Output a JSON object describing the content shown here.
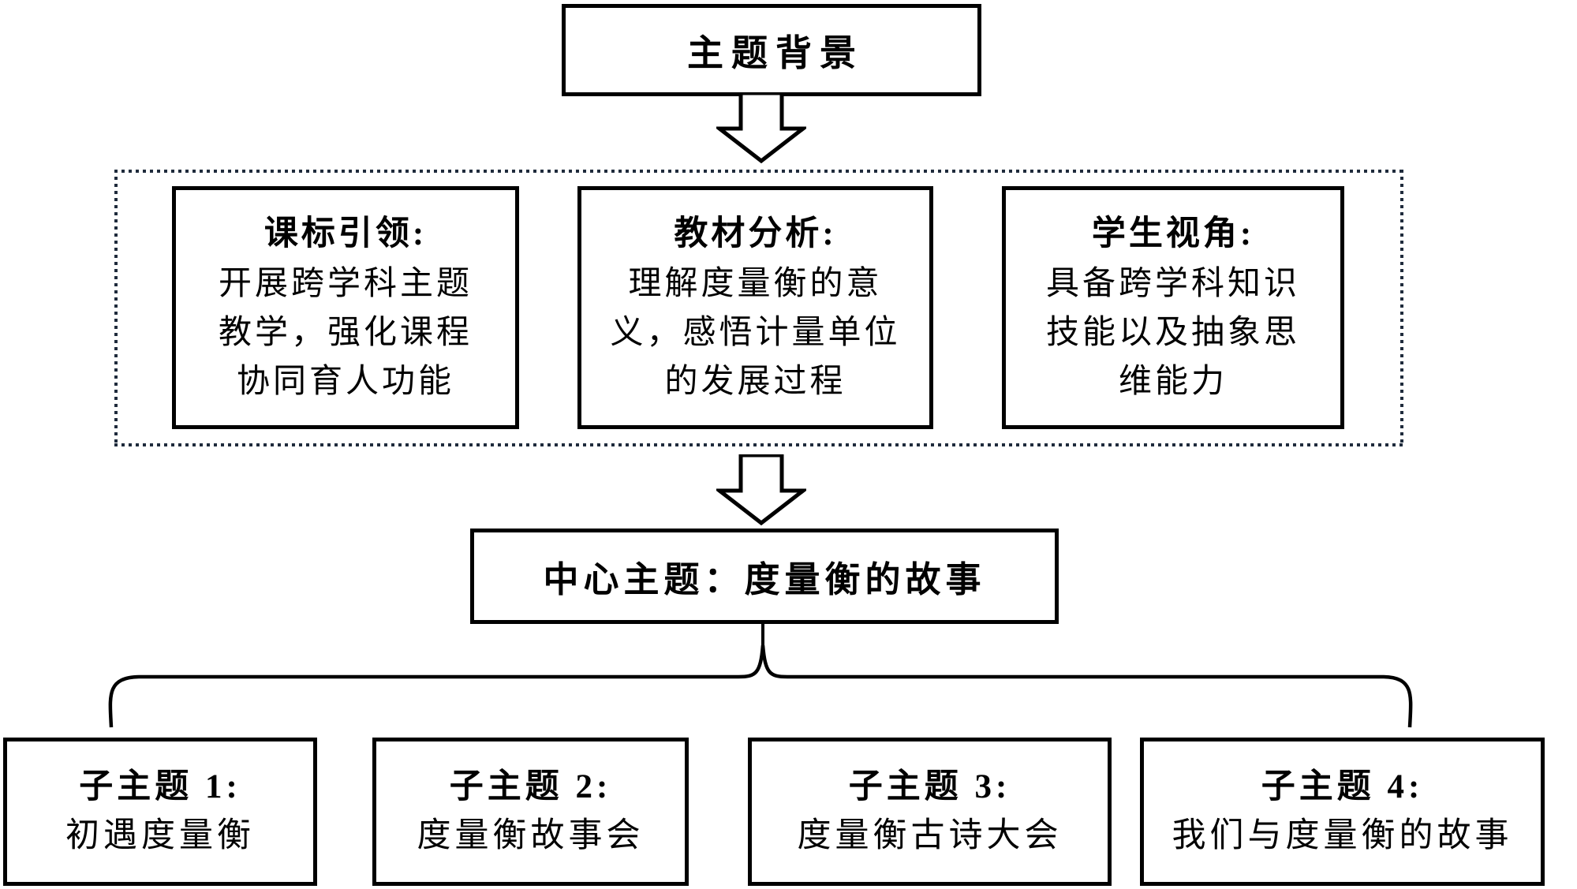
{
  "diagram": {
    "top_box": {
      "label": "主题背景"
    },
    "context_group": {
      "boxes": [
        {
          "title": "课标引领:",
          "lines": [
            "开展跨学科主题",
            "教学，强化课程",
            "协同育人功能"
          ]
        },
        {
          "title": "教材分析:",
          "lines": [
            "理解度量衡的意",
            "义，感悟计量单位",
            "的发展过程"
          ]
        },
        {
          "title": "学生视角:",
          "lines": [
            "具备跨学科知识",
            "技能以及抽象思",
            "维能力"
          ]
        }
      ]
    },
    "center_box": {
      "label": "中心主题：度量衡的故事"
    },
    "sub_boxes": [
      {
        "title": "子主题 1:",
        "body": "初遇度量衡"
      },
      {
        "title": "子主题 2:",
        "body": "度量衡故事会"
      },
      {
        "title": "子主题 3:",
        "body": "度量衡古诗大会"
      },
      {
        "title": "子主题 4:",
        "body": "我们与度量衡的故事"
      }
    ],
    "colors": {
      "border": "#000000",
      "dotted": "#1f2b3c",
      "bg": "#ffffff"
    }
  }
}
